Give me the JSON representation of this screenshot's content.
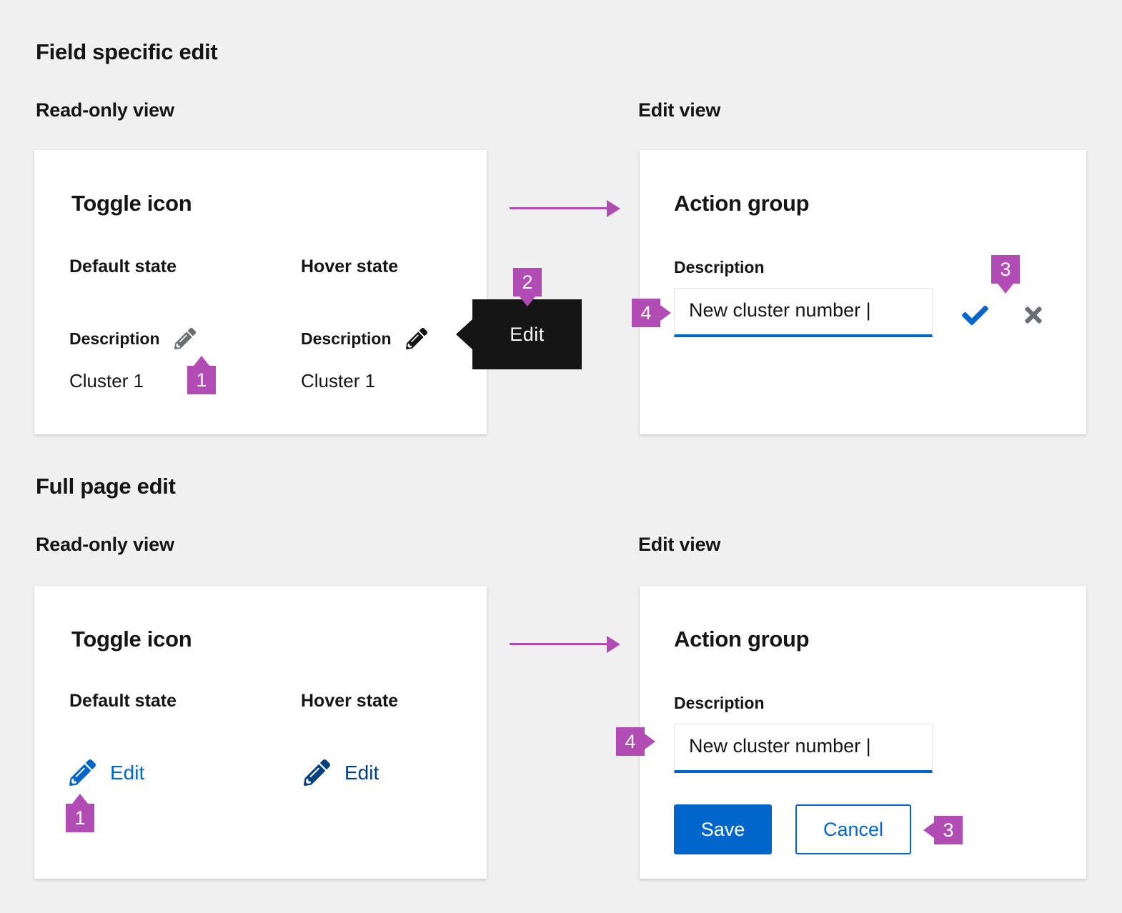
{
  "colors": {
    "annotation": "#b14cb4",
    "primary_blue": "#0066cc",
    "hover_navy": "#004080",
    "tooltip_bg": "#151515",
    "icon_gray": "#6a6e73",
    "text": "#151515",
    "background": "#f0f0f0"
  },
  "section_field_specific": {
    "title": "Field specific edit",
    "readonly_heading": "Read-only view",
    "edit_heading": "Edit view",
    "readonly_card": {
      "title": "Toggle icon",
      "default_state": {
        "label": "Default state",
        "field_label": "Description",
        "field_value": "Cluster 1"
      },
      "hover_state": {
        "label": "Hover state",
        "field_label": "Description",
        "field_value": "Cluster 1"
      },
      "callout_toggle": "1"
    },
    "tooltip": {
      "text": "Edit",
      "callout": "2"
    },
    "edit_card": {
      "title": "Action group",
      "field_label": "Description",
      "input_value": "New cluster number |",
      "callout_actions": "3",
      "callout_input": "4"
    }
  },
  "section_full_page": {
    "title": "Full page edit",
    "readonly_heading": "Read-only view",
    "edit_heading": "Edit view",
    "readonly_card": {
      "title": "Toggle icon",
      "default_state": {
        "label": "Default state",
        "link_label": "Edit"
      },
      "hover_state": {
        "label": "Hover state",
        "link_label": "Edit"
      },
      "callout_toggle": "1"
    },
    "edit_card": {
      "title": "Action group",
      "field_label": "Description",
      "input_value": "New cluster number |",
      "save_label": "Save",
      "cancel_label": "Cancel",
      "callout_actions": "3",
      "callout_input": "4"
    }
  }
}
